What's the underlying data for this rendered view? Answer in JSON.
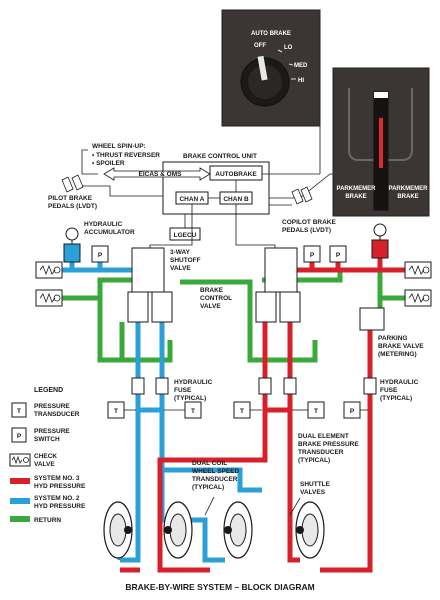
{
  "autobrake": {
    "title": "AUTO BRAKE",
    "settings": [
      "OFF",
      "LO",
      "MED",
      "HI"
    ]
  },
  "parking": {
    "left": "PARKMEMER BRAKE",
    "right": "PARKMEMER BRAKE"
  },
  "spinup": {
    "heading": "WHEEL SPIN-UP:",
    "items": [
      "• THRUST REVERSER",
      "• SPOILER"
    ]
  },
  "bcu": {
    "title": "BRAKE CONTROL UNIT",
    "eicas": "EICAS & OMS",
    "autobrake": "AUTOBRAKE",
    "chan_a": "CHAN A",
    "chan_b": "CHAN B",
    "lgecu": "LGECU"
  },
  "labels": {
    "pilot_pedals": "PILOT BRAKE\nPEDALS (LVDT)",
    "copilot_pedals": "COPILOT BRAKE\nPEDALS (LVDT)",
    "hyd_accum": "HYDRAULIC\nACCUMULATOR",
    "shutoff": "3-WAY\nSHUTOFF\nVALVE",
    "bcv": "BRAKE\nCONTROL\nVALVE",
    "pbv": "PARKING\nBRAKE VALVE\n(METERING)",
    "fuse_left": "HYDRAULIC\nFUSE\n(TYPICAL)",
    "fuse_right": "HYDRAULIC\nFUSE\n(TYPICAL)",
    "dual_elem": "DUAL ELEMENT\nBRAKE PRESSURE\nTRANSDUCER\n(TYPICAL)",
    "dual_coil": "DUAL COIL\nWHEEL SPEED\nTRANSDUCER\n(TYPICAL)",
    "shuttle": "SHUTTLE\nVALVES",
    "t": "T",
    "p": "P"
  },
  "legend": {
    "title": "LEGEND",
    "items": [
      {
        "key": "T",
        "label": "PRESSURE\nTRANSDUCER"
      },
      {
        "key": "P",
        "label": "PRESSURE\nSWITCH"
      },
      {
        "key": "check",
        "label": "CHECK\nVALVE"
      },
      {
        "key": "red",
        "label": "SYSTEM NO. 3\nHYD PRESSURE"
      },
      {
        "key": "blue",
        "label": "SYSTEM NO. 2\nHYD PRESSURE"
      },
      {
        "key": "green",
        "label": "RETURN"
      }
    ]
  },
  "colors": {
    "red": "#d8202a",
    "blue": "#2a9fd8",
    "green": "#3aa83a",
    "panel": "#3b3633"
  },
  "caption": "BRAKE-BY-WIRE SYSTEM – BLOCK DIAGRAM"
}
